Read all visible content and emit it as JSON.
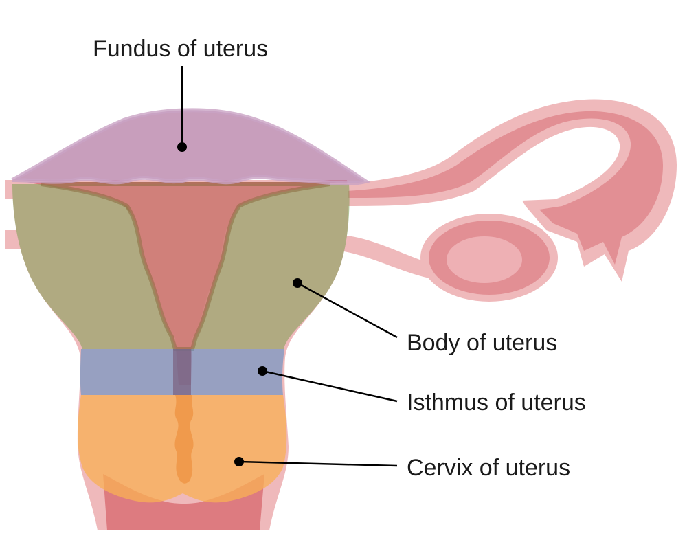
{
  "labels": {
    "fundus": "Fundus of uterus",
    "body": "Body of uterus",
    "isthmus": "Isthmus of uterus",
    "cervix": "Cervix of uterus"
  },
  "colors": {
    "tissue_pink": "#e9a5a9",
    "tissue_light": "#f2c5c7",
    "cavity_red": "#dd7b80",
    "fundus_purple": "#a45d90",
    "body_green": "#7b9e52",
    "isthmus_blue": "#5c8fc4",
    "cervix_orange": "#f8b054"
  }
}
